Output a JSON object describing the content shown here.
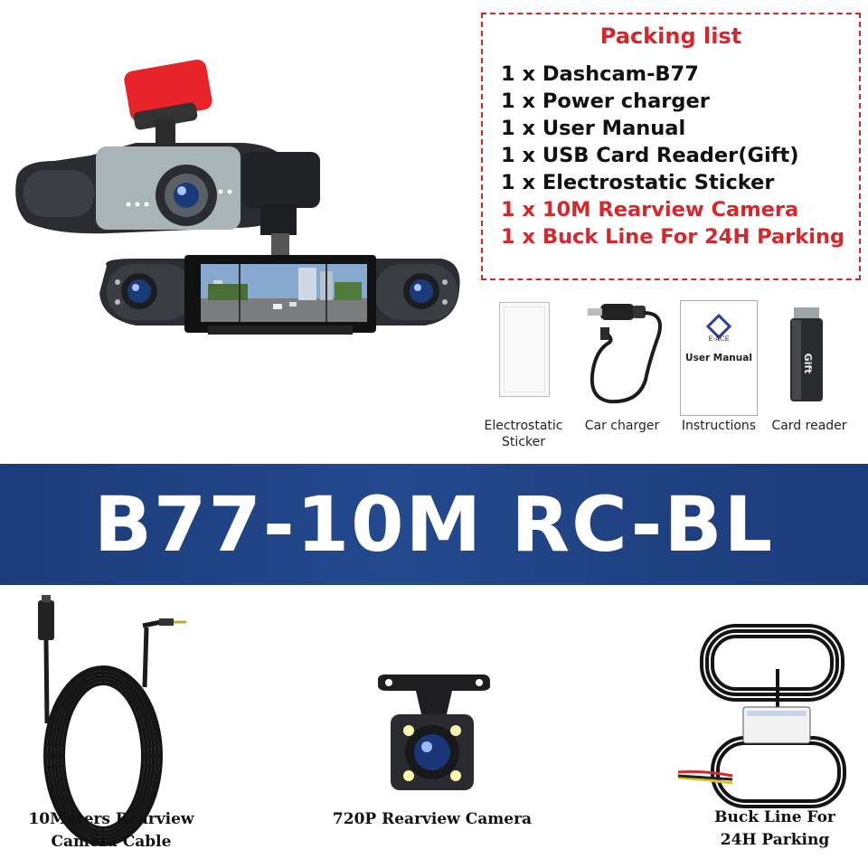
{
  "packing_list": {
    "title": "Packing list",
    "items": [
      {
        "text": "1 x Dashcam-B77",
        "highlight": false
      },
      {
        "text": "1 x Power charger",
        "highlight": false
      },
      {
        "text": "1 x User Manual",
        "highlight": false
      },
      {
        "text": "1 x USB Card Reader(Gift)",
        "highlight": false
      },
      {
        "text": "1 x Electrostatic Sticker",
        "highlight": false
      },
      {
        "text": "1 x 10M Rearview Camera",
        "highlight": true
      },
      {
        "text": "1 x Buck Line For 24H Parking",
        "highlight": true
      }
    ],
    "colors": {
      "accent": "#d9262a"
    }
  },
  "accessories": {
    "sticker_label": "Electrostatic Sticker",
    "charger_label": "Car charger",
    "manual_label": "Instructions",
    "manual_cover_text": "User Manual",
    "manual_brand": "E-ACE",
    "reader_label": "Card reader",
    "reader_text": "Gift"
  },
  "banner": {
    "title": "B77-10M RC-BL",
    "color": "#23498d"
  },
  "bottom": {
    "cable_caption": [
      "10Meters Rearview",
      "Camera Cable"
    ],
    "camera_caption": "720P Rearview Camera",
    "buck_caption": [
      "Buck Line For",
      "24H Parking"
    ]
  },
  "icons": [
    "dashcam-icon",
    "car-charger-icon",
    "card-reader-icon",
    "cable-coil-icon",
    "rear-camera-icon",
    "buck-line-icon"
  ]
}
